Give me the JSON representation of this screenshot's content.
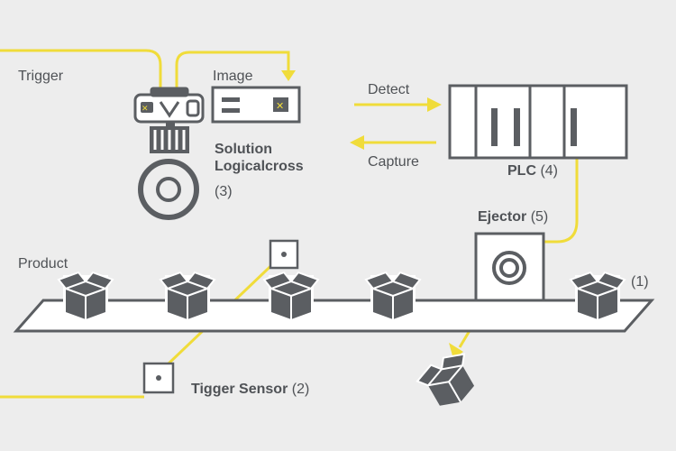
{
  "labels": {
    "trigger": "Trigger",
    "image": "Image",
    "detect": "Detect",
    "capture": "Capture",
    "solution_line1": "Solution",
    "solution_line2": "Logicalcross",
    "solution_num": "(3)",
    "plc_name": "PLC",
    "plc_num": "(4)",
    "ejector_name": "Ejector",
    "ejector_num": "(5)",
    "product": "Product",
    "product_num": "(1)",
    "sensor_name": "Tigger Sensor",
    "sensor_num": "(2)"
  },
  "colors": {
    "background": "#ededed",
    "line": "#f0dc3a",
    "dark": "#5b5e62",
    "light": "#ffffff",
    "accent_box": "#d6d8da"
  },
  "icons": [
    "camera-icon",
    "processor-unit-icon",
    "lens-icon",
    "plc-icon",
    "ejector-icon",
    "box-icon",
    "sensor-icon"
  ]
}
